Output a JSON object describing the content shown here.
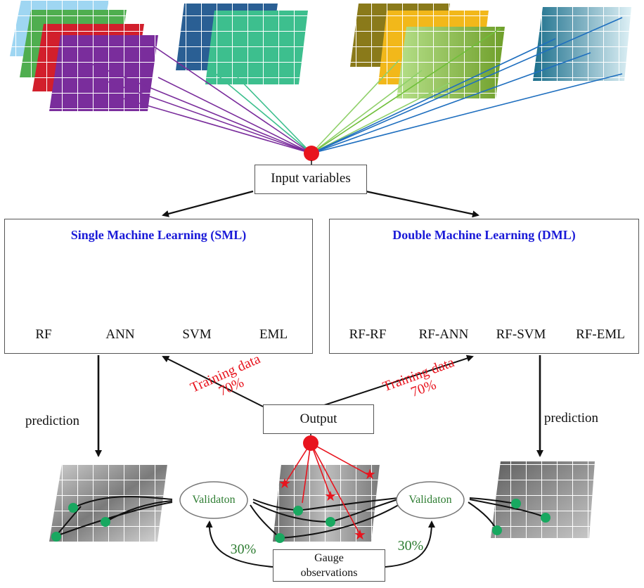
{
  "input_label": "Input variables",
  "output_label": "Output",
  "sml": {
    "title": "Single Machine Learning (SML)",
    "models": [
      "RF",
      "ANN",
      "SVM",
      "EML"
    ]
  },
  "dml": {
    "title": "Double Machine Learning (DML)",
    "models": [
      "RF-RF",
      "RF-ANN",
      "RF-SVM",
      "RF-EML"
    ]
  },
  "training_left": {
    "line1": "Training data",
    "line2": "70%"
  },
  "training_right": {
    "line1": "Training data",
    "line2": "70%"
  },
  "prediction_left": "prediction",
  "prediction_right": "prediction",
  "validation_left": "Validaton",
  "validation_right": "Validaton",
  "pct_left": "30%",
  "pct_right": "30%",
  "gauge": {
    "line1": "Gauge",
    "line2": "observations"
  },
  "colors": {
    "title_blue": "#1a1ad8",
    "training_red": "#e8141e",
    "validation_green": "#2e7d32",
    "marker_green": "#18a860",
    "node_red": "#e8141e"
  }
}
